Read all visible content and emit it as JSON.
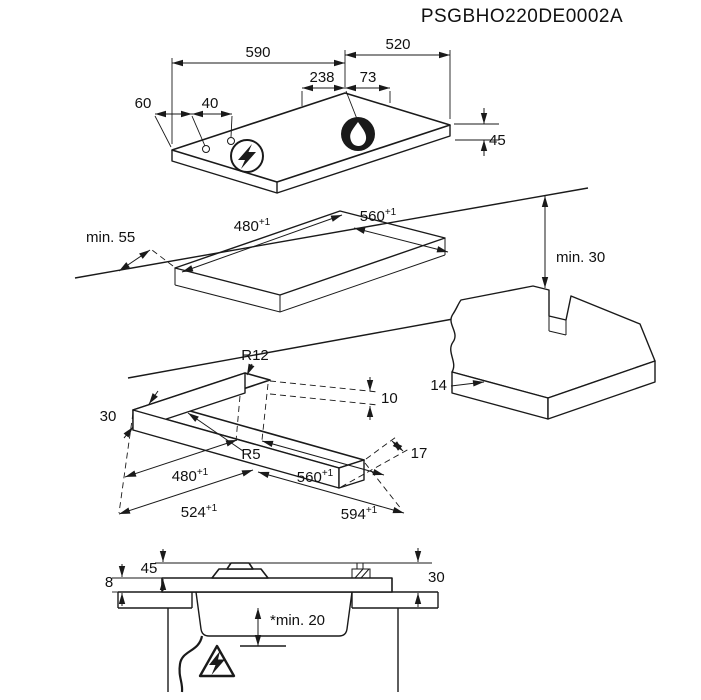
{
  "title": "PSGBHO220DE0002A",
  "ink_color": "#1a1a1a",
  "icons": {
    "electric_zone": "lightning-icon",
    "gas_burner": "flame-icon",
    "electrical_hazard": "warning-triangle-lightning-icon"
  },
  "top_view": {
    "width": "590",
    "depth": "520",
    "burner_offset_a": "238",
    "burner_offset_b": "73",
    "side_offset_a": "60",
    "side_offset_b": "40",
    "height": "45"
  },
  "worktop_view": {
    "cutout_width": {
      "value": "480",
      "sup": "+1"
    },
    "cutout_depth": {
      "value": "560",
      "sup": "+1"
    },
    "front_clearance": "min. 55",
    "rear_clearance": "min. 30",
    "corner_dim": "14"
  },
  "corner_view": {
    "outer_radius": "R12",
    "inner_radius": "R5",
    "edge_width": "30",
    "glass_step": "10",
    "overhang": "17",
    "cutout_width": {
      "value": "480",
      "sup": "+1"
    },
    "cutout_depth": {
      "value": "560",
      "sup": "+1"
    },
    "glass_width": {
      "value": "524",
      "sup": "+1"
    },
    "glass_depth": {
      "value": "594",
      "sup": "+1"
    }
  },
  "section_view": {
    "support_height": "45",
    "glass_thickness": "8",
    "height_above": "30",
    "clearance_below": "*min. 20"
  }
}
